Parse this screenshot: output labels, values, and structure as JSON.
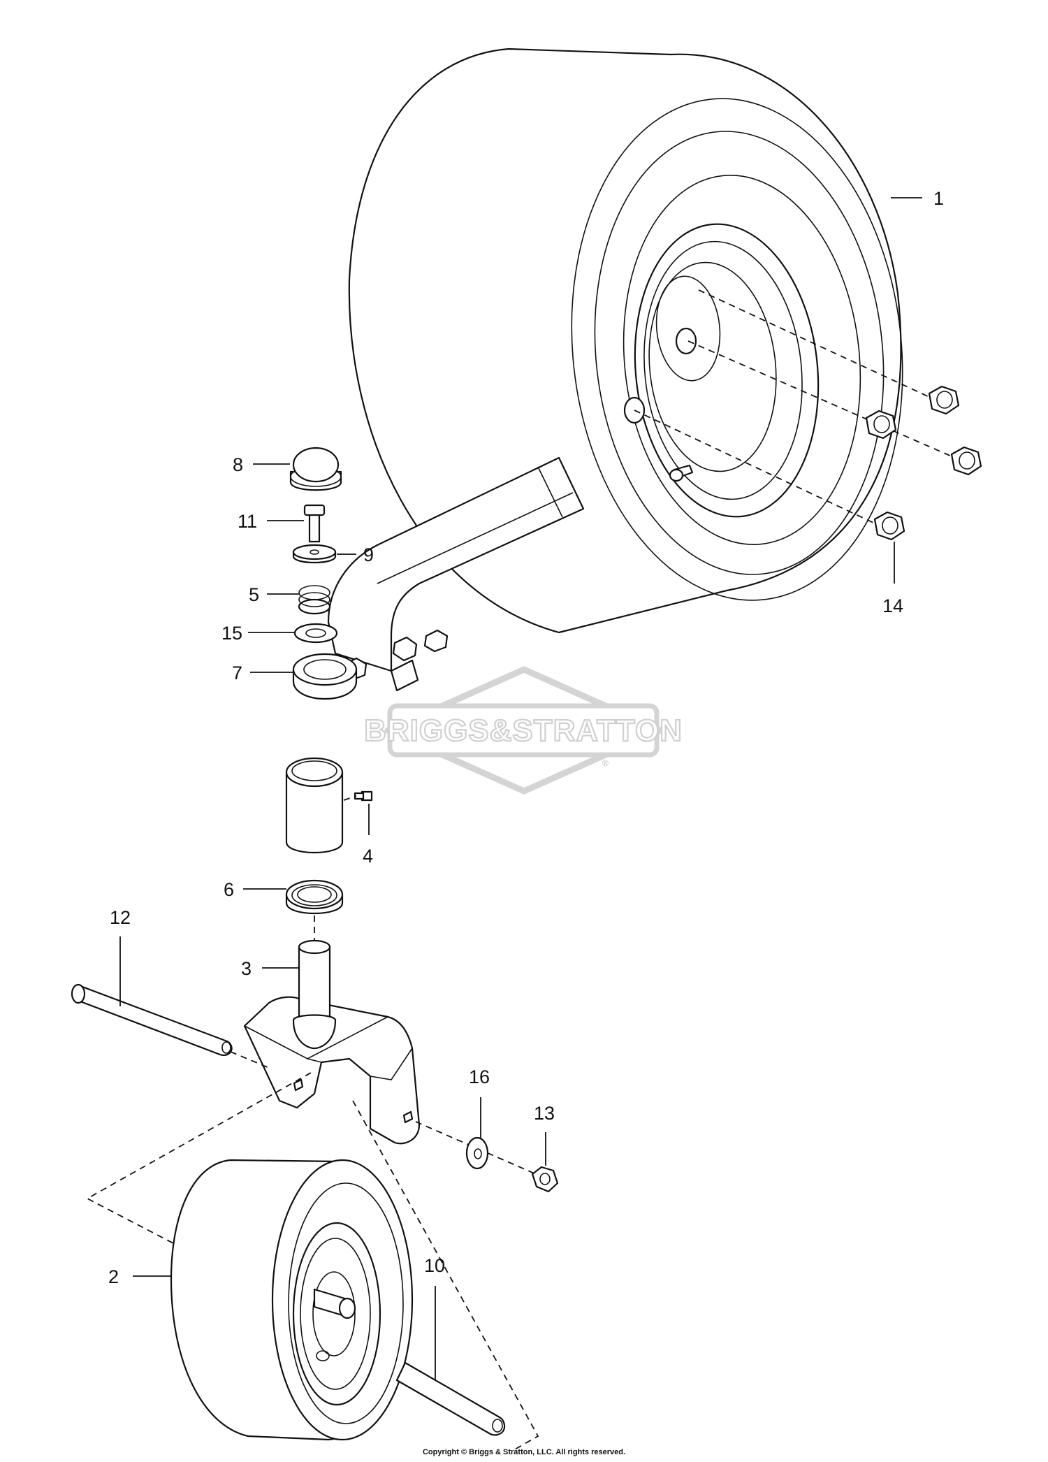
{
  "diagram": {
    "callouts": [
      {
        "id": "1",
        "label": "1"
      },
      {
        "id": "2",
        "label": "2"
      },
      {
        "id": "3",
        "label": "3"
      },
      {
        "id": "4",
        "label": "4"
      },
      {
        "id": "5",
        "label": "5"
      },
      {
        "id": "6",
        "label": "6"
      },
      {
        "id": "7",
        "label": "7"
      },
      {
        "id": "8",
        "label": "8"
      },
      {
        "id": "9",
        "label": "9"
      },
      {
        "id": "10",
        "label": "10"
      },
      {
        "id": "11",
        "label": "11"
      },
      {
        "id": "12",
        "label": "12"
      },
      {
        "id": "13",
        "label": "13"
      },
      {
        "id": "14",
        "label": "14"
      },
      {
        "id": "15",
        "label": "15"
      },
      {
        "id": "16",
        "label": "16"
      }
    ],
    "watermark": {
      "brand": "BRIGGS&STRATTON",
      "mark": "®"
    }
  },
  "footer": {
    "copyright": "Copyright © Briggs & Stratton, LLC. All rights reserved."
  }
}
